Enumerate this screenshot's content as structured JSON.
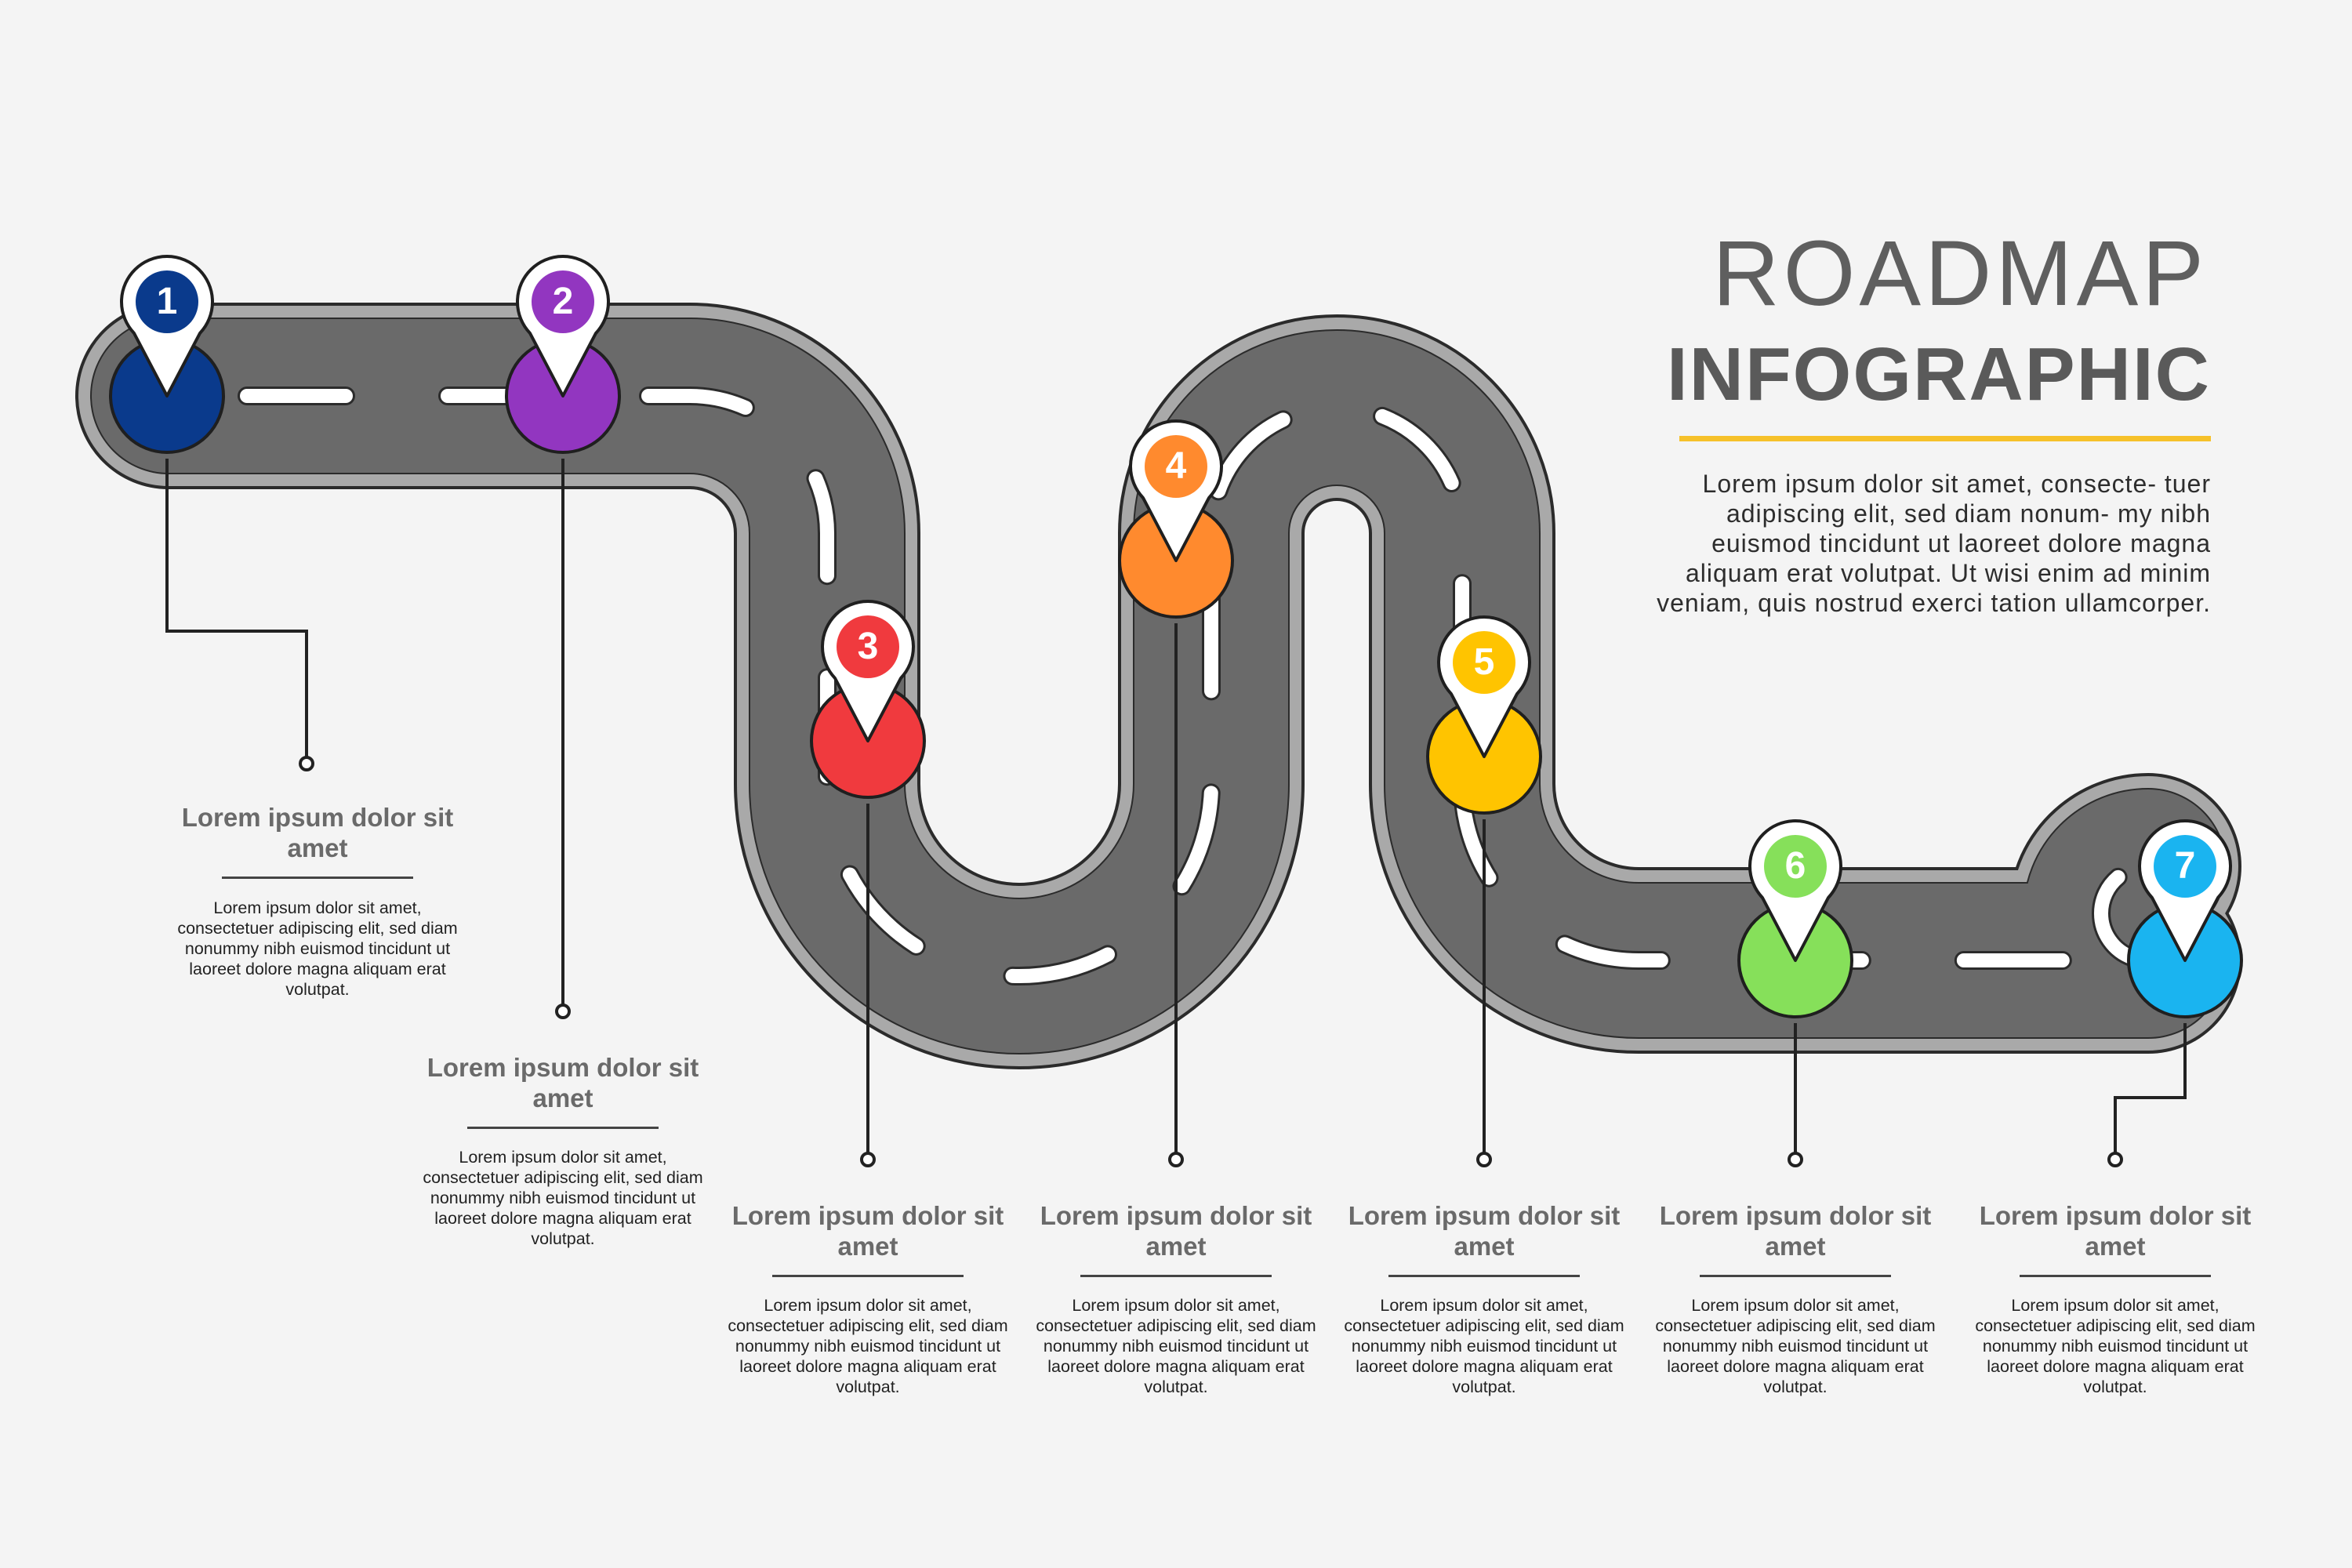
{
  "title_line1": "ROADMAP",
  "title_line2": "INFOGRAPHIC",
  "intro": "Lorem ipsum dolor sit amet, consecte- tuer adipiscing elit, sed diam nonum- my nibh euismod tincidunt ut laoreet dolore magna aliquam erat volutpat. Ut wisi enim ad minim veniam, quis nostrud exerci tation ullamcorper.",
  "colors": {
    "accent": "#f6c12a",
    "road": "#6a6a6a",
    "road_edge": "#a9a9a9",
    "background": "#f4f4f4"
  },
  "steps": [
    {
      "number": "1",
      "color": "#0a3a8c",
      "heading": "Lorem ipsum dolor sit amet",
      "text": "Lorem ipsum dolor sit amet, consectetuer adipiscing elit, sed diam nonummy nibh euismod tincidunt ut laoreet dolore magna aliquam erat volutpat."
    },
    {
      "number": "2",
      "color": "#9236c0",
      "heading": "Lorem ipsum dolor sit amet",
      "text": "Lorem ipsum dolor sit amet, consectetuer adipiscing elit, sed diam nonummy nibh euismod tincidunt ut laoreet dolore magna aliquam erat volutpat."
    },
    {
      "number": "3",
      "color": "#f03a3e",
      "heading": "Lorem ipsum dolor sit amet",
      "text": "Lorem ipsum dolor sit amet, consectetuer adipiscing elit, sed diam nonummy nibh euismod tincidunt ut laoreet dolore magna aliquam erat volutpat."
    },
    {
      "number": "4",
      "color": "#ff8a2e",
      "heading": "Lorem ipsum dolor sit amet",
      "text": "Lorem ipsum dolor sit amet, consectetuer adipiscing elit, sed diam nonummy nibh euismod tincidunt ut laoreet dolore magna aliquam erat volutpat."
    },
    {
      "number": "5",
      "color": "#ffc400",
      "heading": "Lorem ipsum dolor sit amet",
      "text": "Lorem ipsum dolor sit amet, consectetuer adipiscing elit, sed diam nonummy nibh euismod tincidunt ut laoreet dolore magna aliquam erat volutpat."
    },
    {
      "number": "6",
      "color": "#86e05a",
      "heading": "Lorem ipsum dolor sit amet",
      "text": "Lorem ipsum dolor sit amet, consectetuer adipiscing elit, sed diam nonummy nibh euismod tincidunt ut laoreet dolore magna aliquam erat volutpat."
    },
    {
      "number": "7",
      "color": "#1ab4f0",
      "heading": "Lorem ipsum dolor sit amet",
      "text": "Lorem ipsum dolor sit amet, consectetuer adipiscing elit, sed diam nonummy nibh euismod tincidunt ut laoreet dolore magna aliquam erat volutpat."
    }
  ]
}
